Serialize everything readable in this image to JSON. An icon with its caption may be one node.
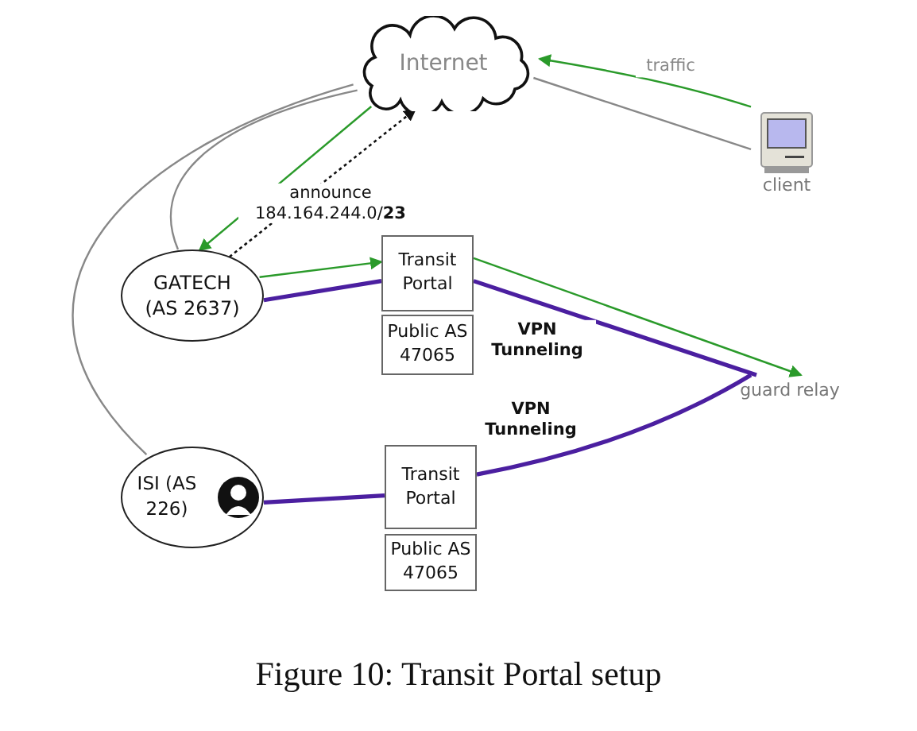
{
  "diagram": {
    "caption": "Figure 10: Transit Portal setup",
    "nodes": [
      {
        "text": [
          "Internet"
        ]
      },
      {
        "text": [
          "client"
        ]
      },
      {
        "text": [
          "GATECH (AS 2637)"
        ]
      },
      {
        "text": [
          "Transit Portal"
        ]
      },
      {
        "text": [
          "Public AS 47065"
        ]
      },
      {
        "text": [
          "guard relay"
        ]
      },
      {
        "text": [
          "ISI (AS 226)"
        ]
      },
      {
        "text": [
          "Transit Portal"
        ]
      },
      {
        "text": [
          "Public AS 47065"
        ]
      }
    ],
    "edges": [
      {
        "from": 0,
        "to": 1,
        "arrow": "none",
        "color": "#888888"
      },
      {
        "from": 0,
        "to": 2,
        "arrow": "none",
        "color": "#888888"
      },
      {
        "from": 0,
        "to": 6,
        "arrow": "none",
        "color": "#888888"
      },
      {
        "from": 2,
        "to": 3,
        "arrow": "none"
      },
      {
        "from": 3,
        "to": 5,
        "arrow": "none",
        "label": "VPN Tunneling"
      },
      {
        "from": 6,
        "to": 7,
        "arrow": "none"
      },
      {
        "from": 7,
        "to": 5,
        "arrow": "none",
        "label": "VPN Tunneling"
      },
      {
        "from": 1,
        "to": 0,
        "arrow": "to",
        "color": "#2a9a2a",
        "label": "traffic"
      },
      {
        "from": 0,
        "to": 2,
        "arrow": "to",
        "color": "#2a9a2a"
      },
      {
        "from": 2,
        "to": 0,
        "arrow": "to",
        "style": "dashed",
        "color": "#111111",
        "label": "announce 184.164.244.0/**23**"
      },
      {
        "from": 2,
        "to": 3,
        "arrow": "to",
        "color": "#2a9a2a"
      },
      {
        "from": 3,
        "to": 5,
        "arrow": "to",
        "color": "#2a9a2a"
      }
    ]
  }
}
